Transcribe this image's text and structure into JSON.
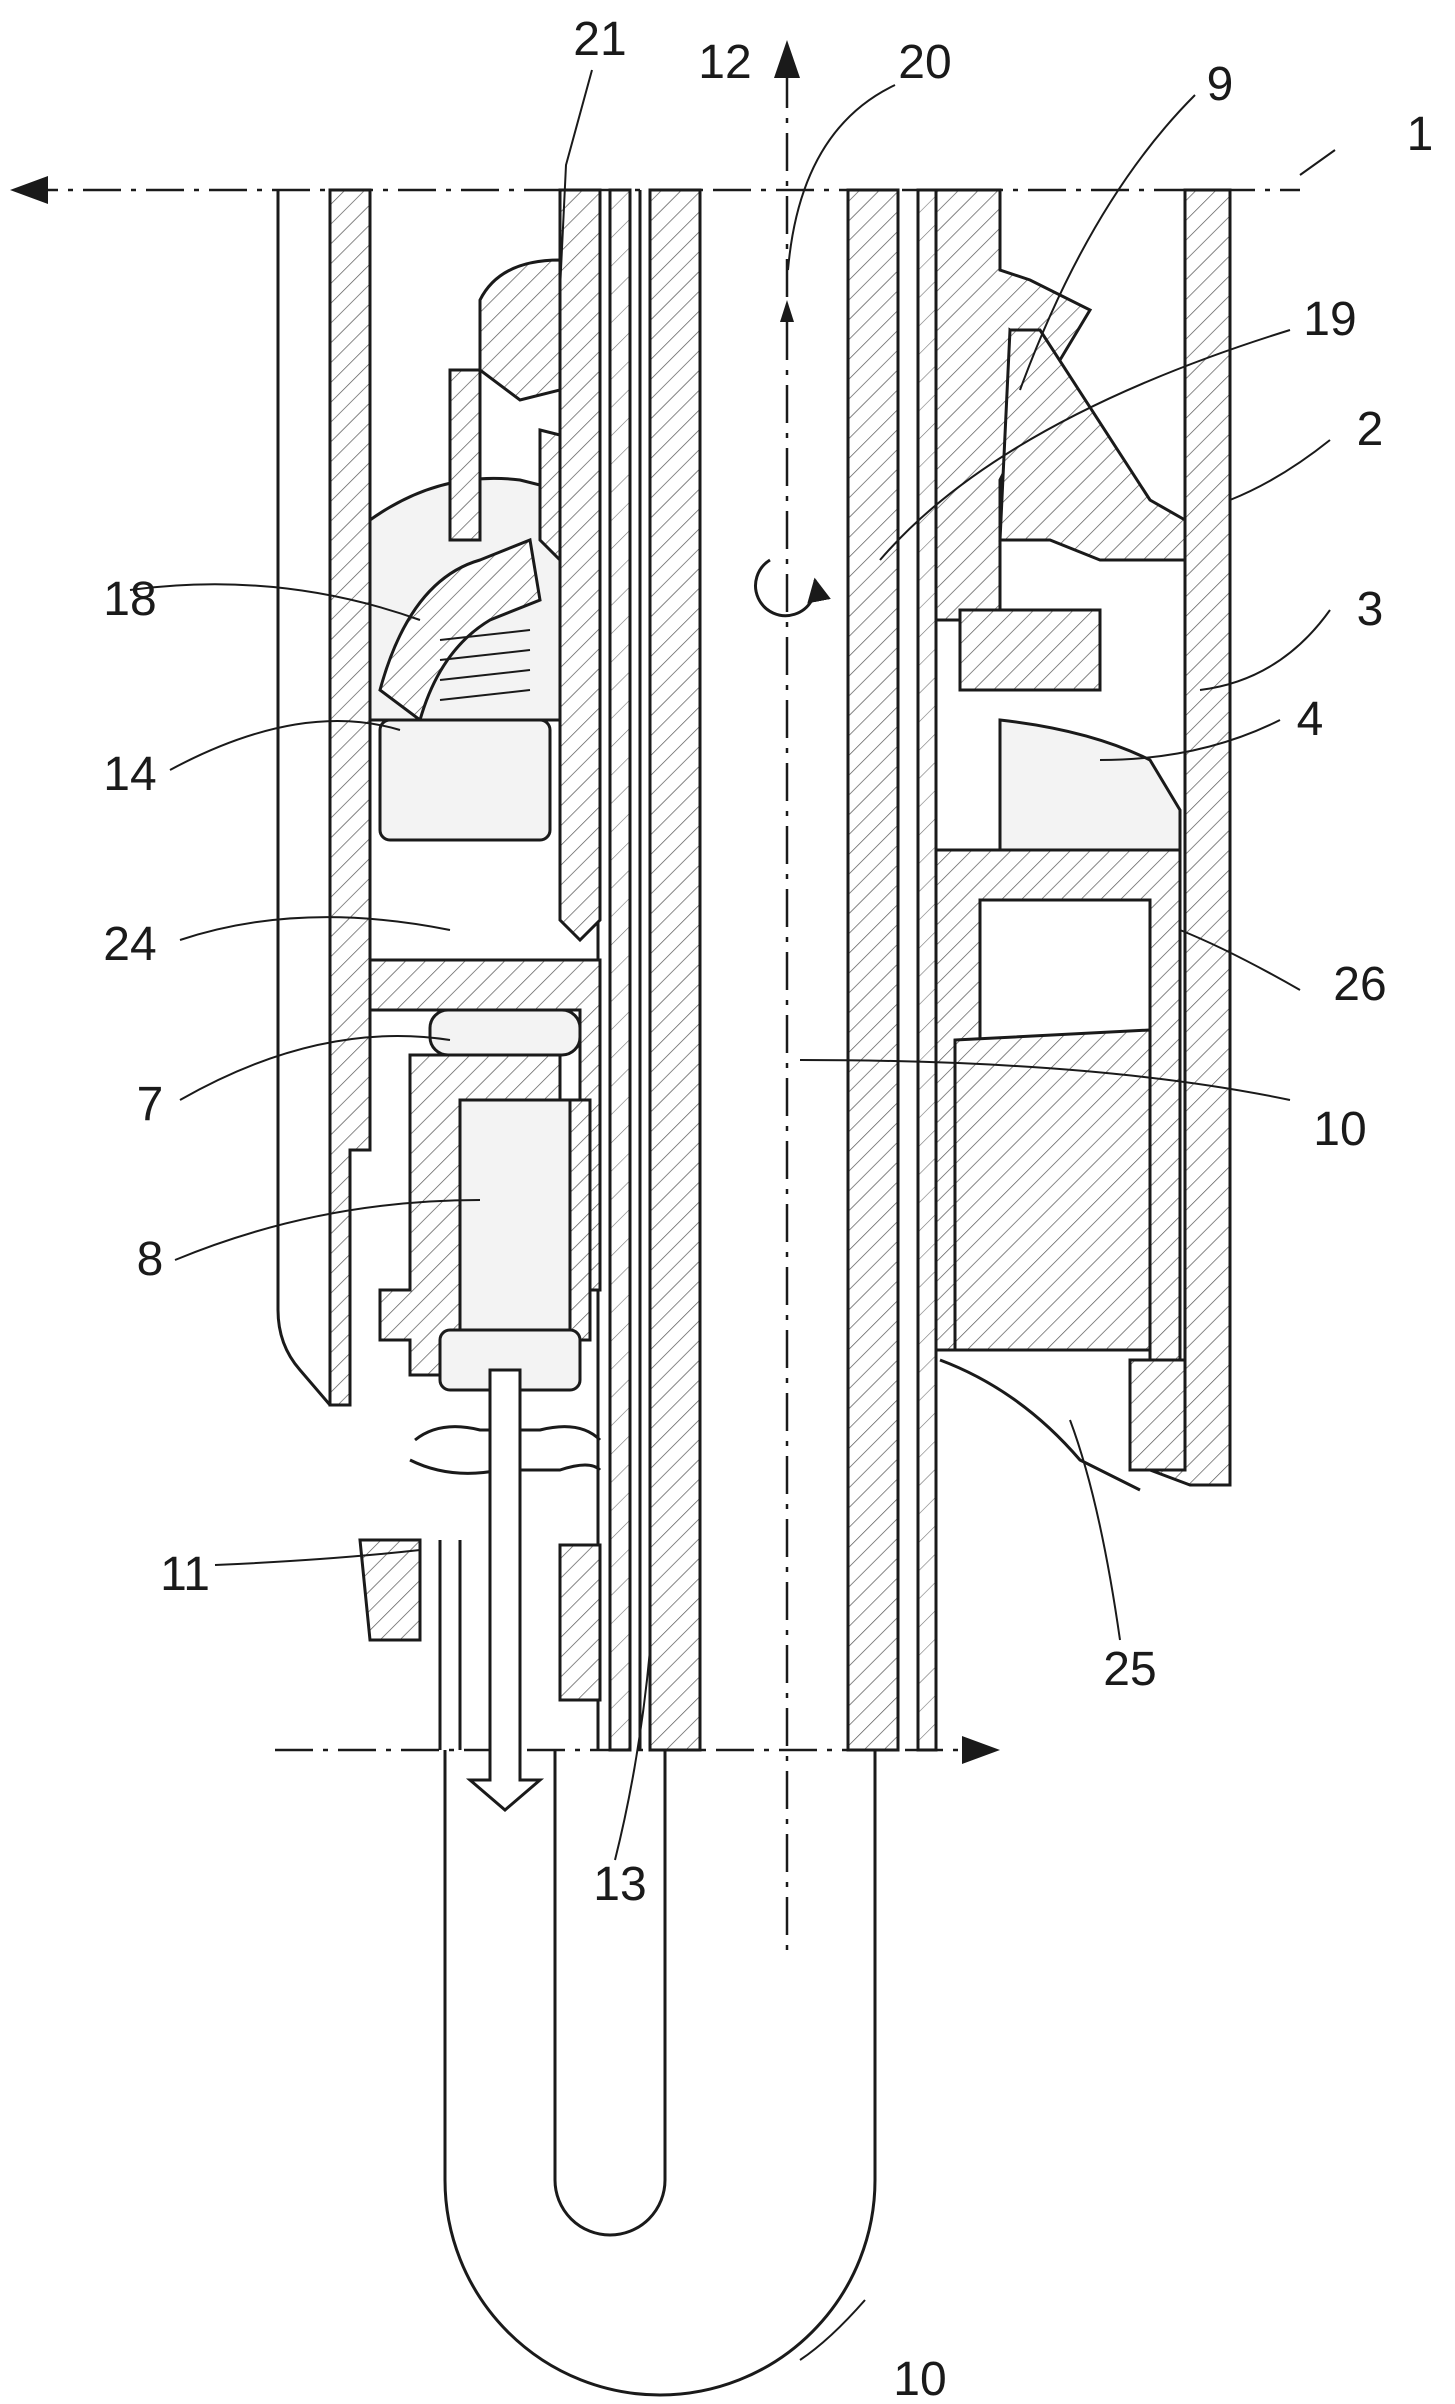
{
  "figure": {
    "reference_labels": {
      "r1": "1",
      "r2": "2",
      "r3": "3",
      "r4": "4",
      "r7": "7",
      "r8": "8",
      "r9": "9",
      "r10a": "10",
      "r10b": "10",
      "r11": "11",
      "r12": "12",
      "r13": "13",
      "r14": "14",
      "r18": "18",
      "r19": "19",
      "r20": "20",
      "r21": "21",
      "r24": "24",
      "r25": "25",
      "r26": "26"
    }
  }
}
